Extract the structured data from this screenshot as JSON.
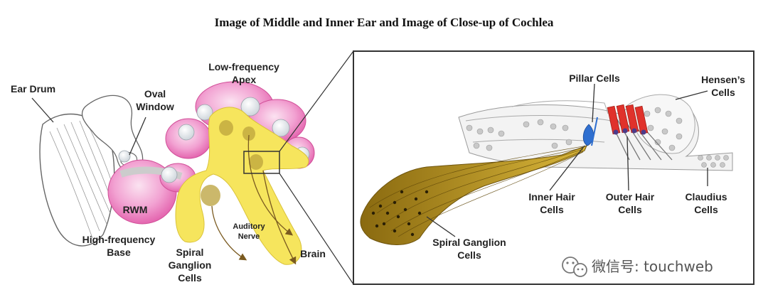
{
  "title": "Image of Middle and Inner Ear and Image of Close-up of Cochlea",
  "left_panel": {
    "ear_drum": "Ear Drum",
    "oval_window": [
      "Oval",
      "Window"
    ],
    "low_frequency_apex": [
      "Low-frequency",
      "Apex"
    ],
    "rwm": "RWM",
    "high_frequency_base": [
      "High-frequency",
      "Base"
    ],
    "spiral_ganglion_cells": [
      "Spiral",
      "Ganglion",
      "Cells"
    ],
    "auditory_nerve": [
      "Auditory",
      "Nerve"
    ],
    "brain": "Brain"
  },
  "right_panel": {
    "pillar_cells": "Pillar Cells",
    "hensens_cells": [
      "Hensen’s",
      "Cells"
    ],
    "inner_hair_cells": [
      "Inner Hair",
      "Cells"
    ],
    "outer_hair_cells": [
      "Outer Hair",
      "Cells"
    ],
    "claudius_cells": [
      "Claudius",
      "Cells"
    ],
    "spiral_ganglion_cells": [
      "Spiral Ganglion",
      "Cells"
    ]
  },
  "watermark": "微信号: touchweb",
  "colors": {
    "cochlea_pink": "#e95fb0",
    "nerve_yellow": "#f4e04d",
    "frame": "#333333",
    "hair_cell_red": "#e0322b"
  }
}
